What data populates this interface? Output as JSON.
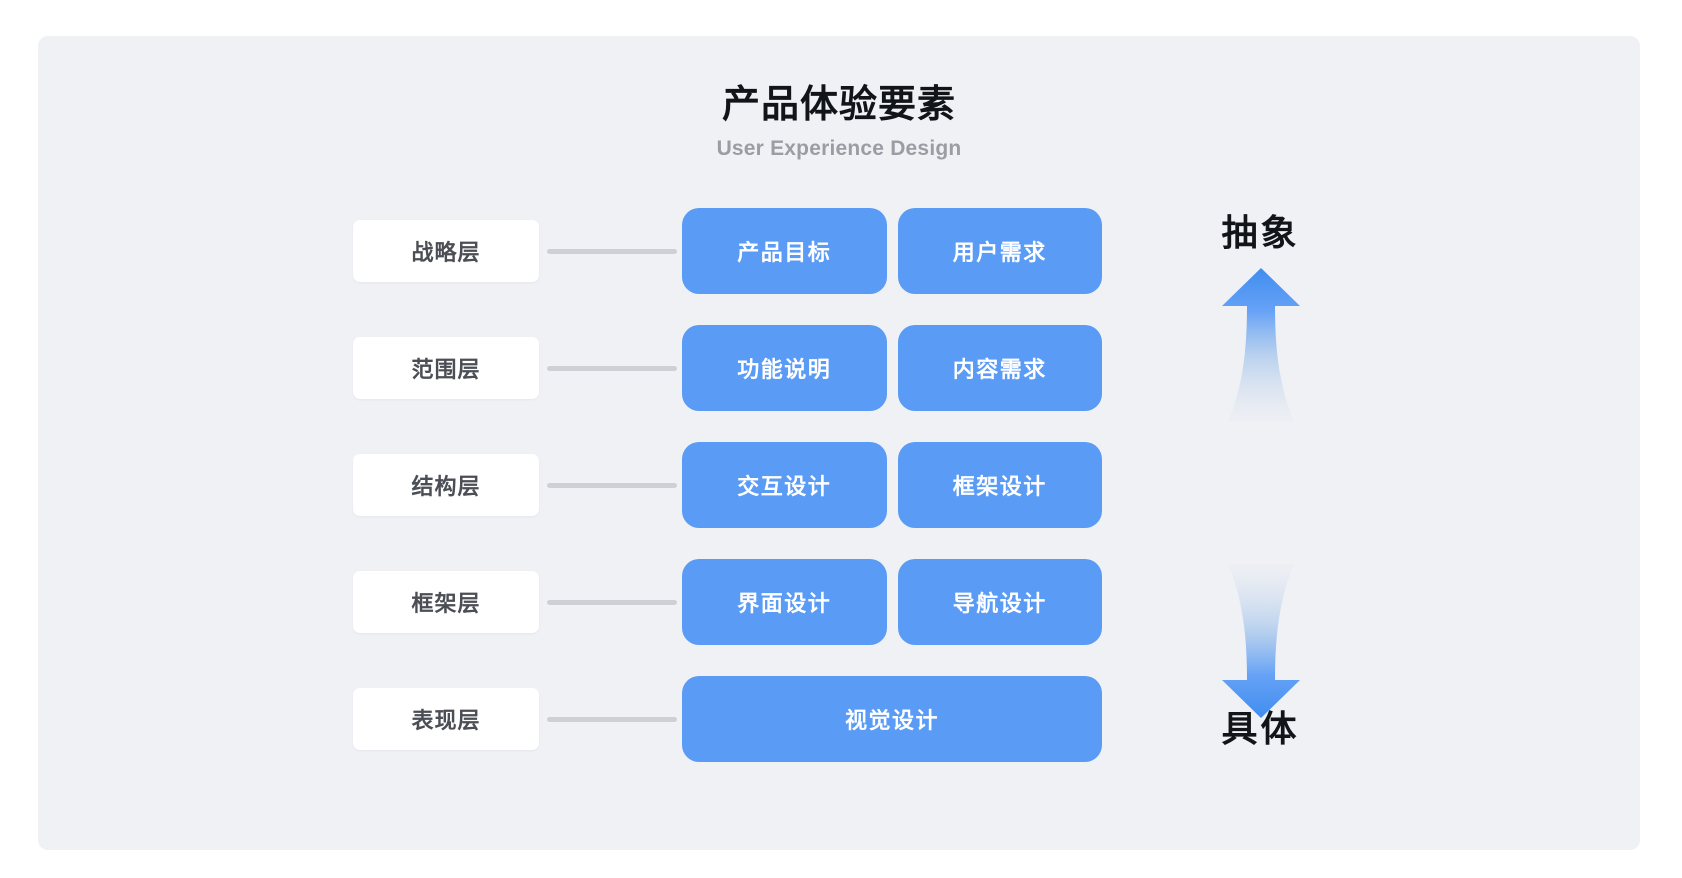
{
  "header": {
    "title": "产品体验要素",
    "subtitle": "User Experience Design"
  },
  "colors": {
    "panel_bg": "#f0f1f5",
    "card_blue": "#5a9bf6",
    "chip_white": "#ffffff",
    "connector_grey": "#ced0d6",
    "title_black": "#111418",
    "subtitle_grey": "#9a9da3",
    "chip_text_grey": "#4b4e55"
  },
  "rows": [
    {
      "layer": "战略层",
      "cards": [
        "产品目标",
        "用户需求"
      ]
    },
    {
      "layer": "范围层",
      "cards": [
        "功能说明",
        "内容需求"
      ]
    },
    {
      "layer": "结构层",
      "cards": [
        "交互设计",
        "框架设计"
      ]
    },
    {
      "layer": "框架层",
      "cards": [
        "界面设计",
        "导航设计"
      ]
    },
    {
      "layer": "表现层",
      "cards": [
        "视觉设计"
      ]
    }
  ],
  "axis": {
    "top_label": "抽象",
    "bottom_label": "具体",
    "up_arrow_icon": "arrow-up-icon",
    "down_arrow_icon": "arrow-down-icon"
  }
}
